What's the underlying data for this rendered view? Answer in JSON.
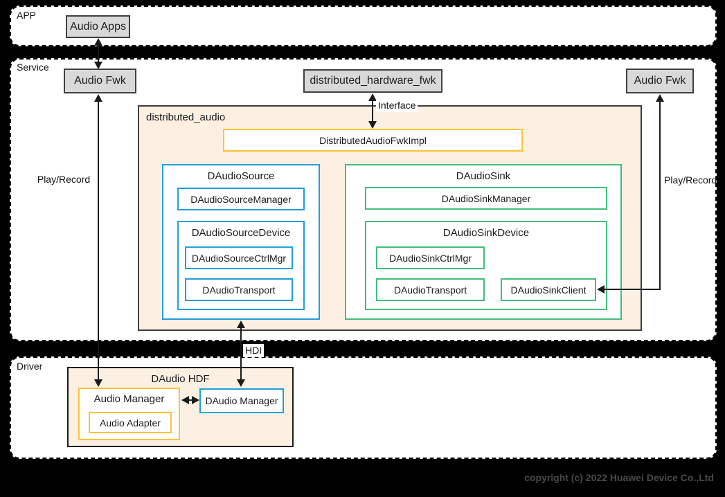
{
  "sections": {
    "app": "APP",
    "service": "Service",
    "driver": "Driver"
  },
  "nodes": {
    "audio_apps": "Audio Apps",
    "audio_fwk_left": "Audio Fwk",
    "distributed_hardware_fwk": "distributed_hardware_fwk",
    "audio_fwk_right": "Audio Fwk",
    "distributed_audio": "distributed_audio",
    "fwk_impl": "DistributedAudioFwkImpl",
    "source": "DAudioSource",
    "source_manager": "DAudioSourceManager",
    "source_device": "DAudioSourceDevice",
    "source_ctrl_mgr": "DAudioSourceCtrlMgr",
    "source_transport": "DAudioTransport",
    "sink": "DAudioSink",
    "sink_manager": "DAudioSinkManager",
    "sink_device": "DAudioSinkDevice",
    "sink_ctrl_mgr": "DAudioSinkCtrlMgr",
    "sink_transport": "DAudioTransport",
    "sink_client": "DAudioSinkClient",
    "daudio_hdf": "DAudio HDF",
    "audio_manager": "Audio Manager",
    "audio_adapter": "Audio Adapter",
    "daudio_manager": "DAudio Manager"
  },
  "edge_labels": {
    "play_record_left": "Play/Record",
    "play_record_right": "Play/Record",
    "interface": "Interface",
    "hdi": "HDI"
  },
  "footer": {
    "copyright": "copyright (c) 2022 Huawei Device Co.,Ltd"
  },
  "colors": {
    "accent_blue": "#1f9fdb",
    "accent_green": "#3fbe7c",
    "accent_yellow": "#ffc233",
    "node_gray": "#d9d9d9",
    "container_peach": "#fcf0e2",
    "background": "#000000"
  }
}
